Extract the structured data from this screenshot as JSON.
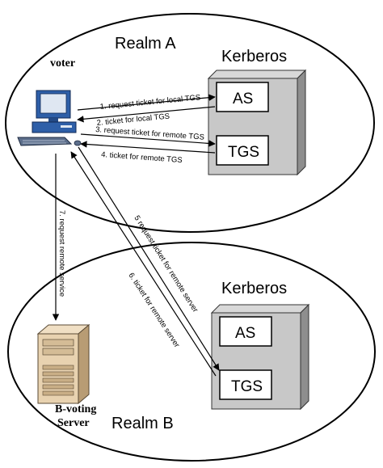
{
  "realms": {
    "a": {
      "label": "Realm A"
    },
    "b": {
      "label": "Realm B"
    }
  },
  "kerberos_a": {
    "label": "Kerberos",
    "as_label": "AS",
    "tgs_label": "TGS"
  },
  "kerberos_b": {
    "label": "Kerberos",
    "as_label": "AS",
    "tgs_label": "TGS"
  },
  "voter": {
    "label": "voter",
    "icon": "computer-icon"
  },
  "server": {
    "label_line1": "B-voting",
    "label_line2": "Server",
    "icon": "server-icon"
  },
  "steps": {
    "s1": "1. request ticket for local TGS",
    "s2": "2. ticket for local TGS",
    "s3": "3. request ticket for remote TGS",
    "s4": "4. ticket for remote TGS",
    "s5": "5 request ticket for remote server",
    "s6": "6. ticket for remote server",
    "s7": "7. request remote service"
  },
  "colors": {
    "box_gray": "#c8c8c8",
    "box_side": "#8e8e8e",
    "monitor_blue": "#2e5fa8",
    "server_tan": "#e8d2b0"
  }
}
